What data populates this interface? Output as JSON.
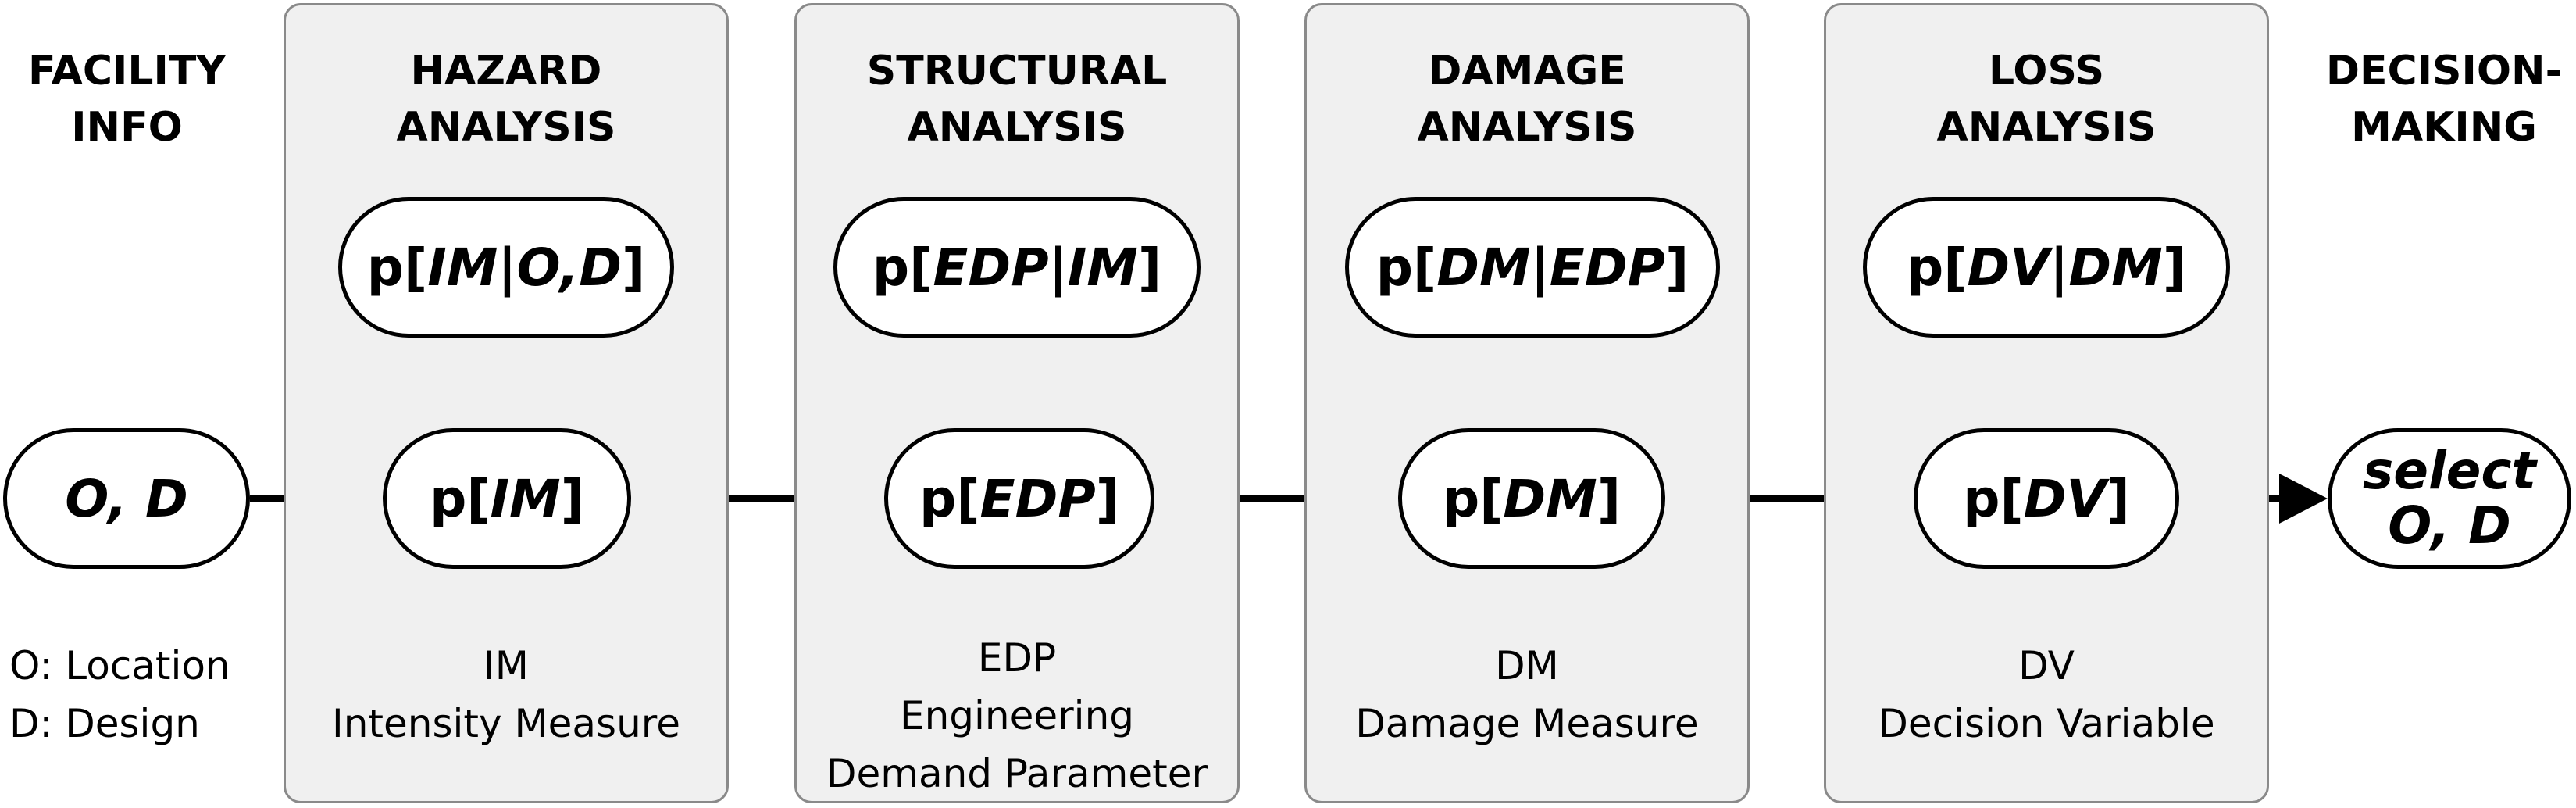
{
  "facility": {
    "title_line1": "FACILITY",
    "title_line2": "INFO",
    "node_label": "O, D",
    "legend_line1": "O: Location",
    "legend_line2": "D: Design"
  },
  "hazard": {
    "title_line1": "HAZARD",
    "title_line2": "ANALYSIS",
    "top_pre": "p[",
    "top_var1": "IM",
    "top_sep": "|",
    "top_var2": "O,D",
    "top_post": "]",
    "mid_pre": "p[",
    "mid_var": "IM",
    "mid_post": "]",
    "desc_line1": "IM",
    "desc_line2": "Intensity Measure"
  },
  "structural": {
    "title_line1": "STRUCTURAL",
    "title_line2": "ANALYSIS",
    "top_pre": "p[",
    "top_var1": "EDP",
    "top_sep": "|",
    "top_var2": "IM",
    "top_post": "]",
    "mid_pre": "p[",
    "mid_var": "EDP",
    "mid_post": "]",
    "desc_line1": "EDP",
    "desc_line2": "Engineering",
    "desc_line3": "Demand Parameter"
  },
  "damage": {
    "title_line1": "DAMAGE",
    "title_line2": "ANALYSIS",
    "top_pre": "p[",
    "top_var1": "DM",
    "top_sep": "|",
    "top_var2": "EDP",
    "top_post": "]",
    "mid_pre": "p[",
    "mid_var": "DM",
    "mid_post": "]",
    "desc_line1": "DM",
    "desc_line2": "Damage Measure"
  },
  "loss": {
    "title_line1": "LOSS",
    "title_line2": "ANALYSIS",
    "top_pre": "p[",
    "top_var1": "DV",
    "top_sep": "|",
    "top_var2": "DM",
    "top_post": "]",
    "mid_pre": "p[",
    "mid_var": "DV",
    "mid_post": "]",
    "desc_line1": "DV",
    "desc_line2": "Decision Variable"
  },
  "decision": {
    "title_line1": "DECISION-",
    "title_line2": "MAKING",
    "node_line1": "select",
    "node_line2": "O, D"
  }
}
